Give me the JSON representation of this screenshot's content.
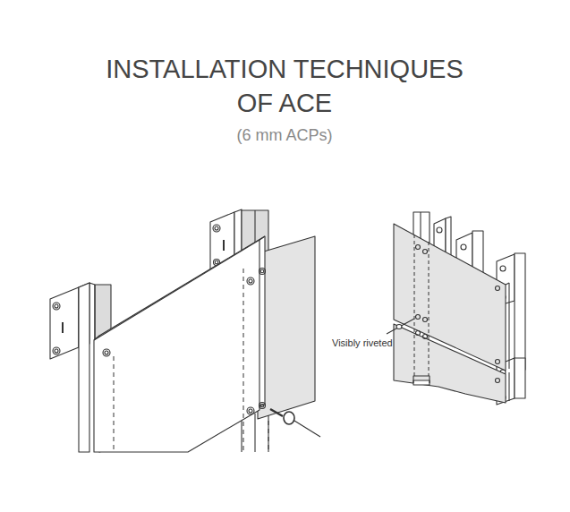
{
  "diagram": {
    "title": "INSTALLATION TECHNIQUES OF ACE",
    "labels": [
      "(6 mm ACPs)",
      "Visibly riveted"
    ]
  }
}
